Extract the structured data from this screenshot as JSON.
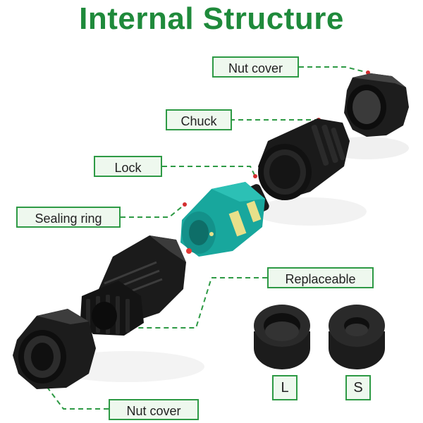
{
  "title": "Internal Structure",
  "labels": {
    "nut_cover_top": "Nut cover",
    "chuck": "Chuck",
    "lock": "Lock",
    "sealing_ring": "Sealing ring",
    "replaceable": "Replaceable",
    "nut_cover_bottom": "Nut cover"
  },
  "sizes": {
    "large": "L",
    "small": "S"
  },
  "colors": {
    "title": "#1f8a3b",
    "label_border": "#2e9a45",
    "label_fill": "#eef8ee",
    "leader": "#2e9a45",
    "part_black": "#1a1a1a",
    "part_teal": "#16a39a"
  }
}
